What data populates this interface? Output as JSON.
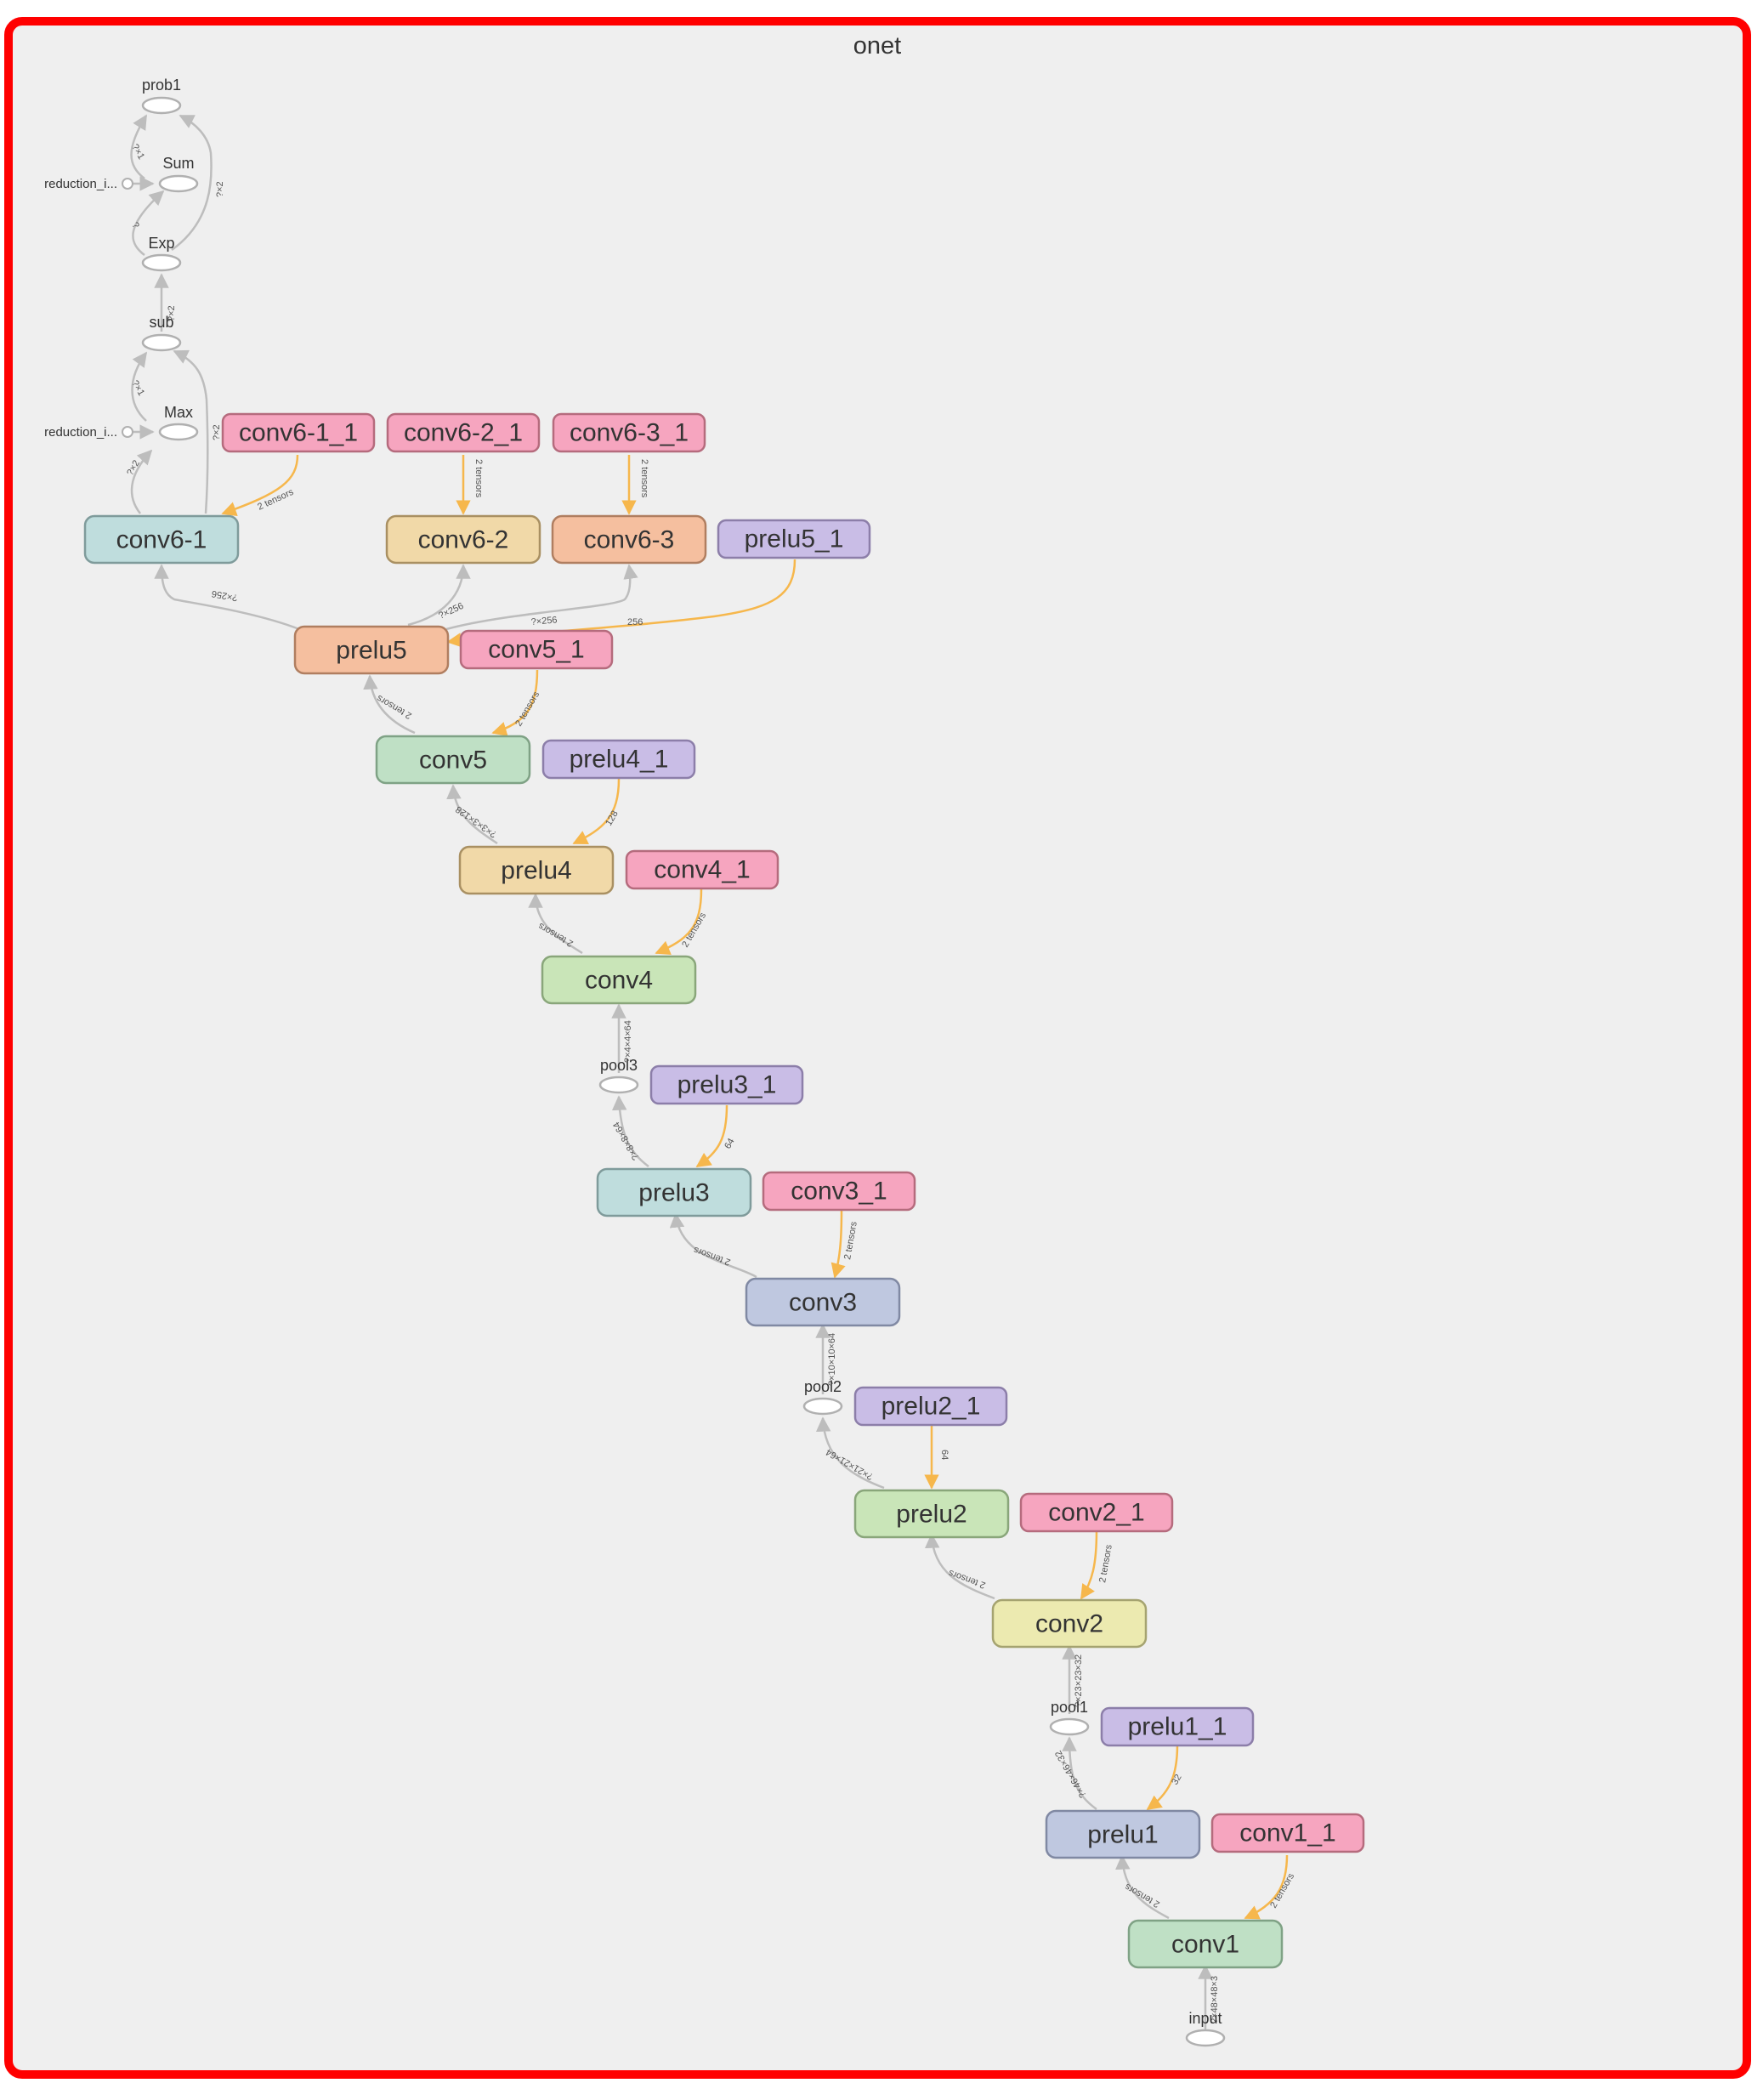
{
  "title": "onet",
  "colors": {
    "frame": "#ff0000",
    "background": "#efefef",
    "edge": "#bdbdbd",
    "ref_edge": "#f6b74c"
  },
  "nodes": [
    {
      "id": "conv6-1_1",
      "label": "conv6-1_1",
      "fill": "#f6a5bf",
      "stroke": "#b56b7d"
    },
    {
      "id": "conv6-2_1",
      "label": "conv6-2_1",
      "fill": "#f6a5bf",
      "stroke": "#b56b7d"
    },
    {
      "id": "conv6-3_1",
      "label": "conv6-3_1",
      "fill": "#f6a5bf",
      "stroke": "#b56b7d"
    },
    {
      "id": "conv6-1",
      "label": "conv6-1",
      "fill": "#bfdddd",
      "stroke": "#7f9b9b"
    },
    {
      "id": "conv6-2",
      "label": "conv6-2",
      "fill": "#f1d9a8",
      "stroke": "#a99062"
    },
    {
      "id": "conv6-3",
      "label": "conv6-3",
      "fill": "#f5bf9f",
      "stroke": "#b07e60"
    },
    {
      "id": "prelu5_1",
      "label": "prelu5_1",
      "fill": "#c9bde6",
      "stroke": "#8c7ea9"
    },
    {
      "id": "prelu5",
      "label": "prelu5",
      "fill": "#f5bf9f",
      "stroke": "#b07e60"
    },
    {
      "id": "conv5_1",
      "label": "conv5_1",
      "fill": "#f6a5bf",
      "stroke": "#b56b7d"
    },
    {
      "id": "conv5",
      "label": "conv5",
      "fill": "#bfe0c5",
      "stroke": "#7fa285"
    },
    {
      "id": "prelu4_1",
      "label": "prelu4_1",
      "fill": "#c9bde6",
      "stroke": "#8c7ea9"
    },
    {
      "id": "prelu4",
      "label": "prelu4",
      "fill": "#f1d9a8",
      "stroke": "#a99062"
    },
    {
      "id": "conv4_1",
      "label": "conv4_1",
      "fill": "#f6a5bf",
      "stroke": "#b56b7d"
    },
    {
      "id": "conv4",
      "label": "conv4",
      "fill": "#c9e5b8",
      "stroke": "#89a67a"
    },
    {
      "id": "prelu3_1",
      "label": "prelu3_1",
      "fill": "#c9bde6",
      "stroke": "#8c7ea9"
    },
    {
      "id": "prelu3",
      "label": "prelu3",
      "fill": "#bfdddd",
      "stroke": "#7f9b9b"
    },
    {
      "id": "conv3_1",
      "label": "conv3_1",
      "fill": "#f6a5bf",
      "stroke": "#b56b7d"
    },
    {
      "id": "conv3",
      "label": "conv3",
      "fill": "#bfc8e0",
      "stroke": "#8089a3"
    },
    {
      "id": "prelu2_1",
      "label": "prelu2_1",
      "fill": "#c9bde6",
      "stroke": "#8c7ea9"
    },
    {
      "id": "prelu2",
      "label": "prelu2",
      "fill": "#c9e5b8",
      "stroke": "#89a67a"
    },
    {
      "id": "conv2_1",
      "label": "conv2_1",
      "fill": "#f6a5bf",
      "stroke": "#b56b7d"
    },
    {
      "id": "conv2",
      "label": "conv2",
      "fill": "#eceab0",
      "stroke": "#a5a370"
    },
    {
      "id": "prelu1_1",
      "label": "prelu1_1",
      "fill": "#c9bde6",
      "stroke": "#8c7ea9"
    },
    {
      "id": "prelu1",
      "label": "prelu1",
      "fill": "#bfc8e0",
      "stroke": "#8089a3"
    },
    {
      "id": "conv1_1",
      "label": "conv1_1",
      "fill": "#f6a5bf",
      "stroke": "#b56b7d"
    },
    {
      "id": "conv1",
      "label": "conv1",
      "fill": "#bfe0c5",
      "stroke": "#7fa285"
    }
  ],
  "ops": [
    {
      "id": "prob1",
      "label": "prob1"
    },
    {
      "id": "Sum",
      "label": "Sum"
    },
    {
      "id": "Exp",
      "label": "Exp"
    },
    {
      "id": "sub",
      "label": "sub"
    },
    {
      "id": "Max",
      "label": "Max"
    },
    {
      "id": "pool3",
      "label": "pool3"
    },
    {
      "id": "pool2",
      "label": "pool2"
    },
    {
      "id": "pool1",
      "label": "pool1"
    },
    {
      "id": "input",
      "label": "input"
    }
  ],
  "reductions": [
    {
      "id": "reduction-sum",
      "label": "reduction_i..."
    },
    {
      "id": "reduction-max",
      "label": "reduction_i..."
    }
  ],
  "edge_labels": {
    "exp_prob1": "?×2",
    "sum_prob1": "?×1",
    "exp_sum": "?",
    "sub_exp": "?×2",
    "max_sub": "?×1",
    "conv61_sub": "?×2",
    "conv61_max": "?×2",
    "c611_c61": "2 tensors",
    "c621_c62": "2 tensors",
    "c631_c63": "2 tensors",
    "prelu5_conv61": "?×256",
    "prelu5_conv62": "?×256",
    "prelu5_conv63": "?×256",
    "p51_p5": "256",
    "conv5_prelu5": "2 tensors",
    "c51_c5": "2 tensors",
    "prelu4_conv5": "?×3×3×128",
    "p41_p4": "128",
    "conv4_prelu4": "2 tensors",
    "c41_c4": "2 tensors",
    "pool3_conv4": "?×4×4×64",
    "prelu3_pool3": "?×8×8×64",
    "p31_p3": "64",
    "conv3_prelu3": "2 tensors",
    "c31_c3": "2 tensors",
    "pool2_conv3": "?×10×10×64",
    "prelu2_pool2": "?×21×21×64",
    "p21_p2": "64",
    "conv2_prelu2": "2 tensors",
    "c21_c2": "2 tensors",
    "pool1_conv2": "?×23×23×32",
    "prelu1_pool1": "?×46×46×32",
    "p11_p1": "32",
    "conv1_prelu1": "2 tensors",
    "c11_c1": "2 tensors",
    "input_conv1": "?×48×48×3"
  }
}
